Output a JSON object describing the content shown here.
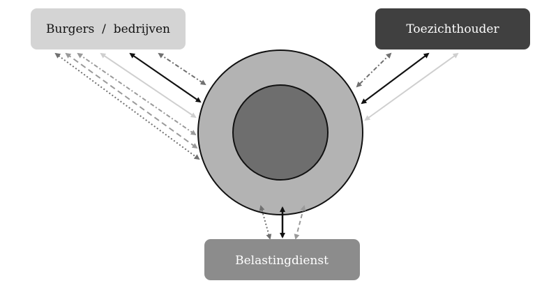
{
  "nodes": {
    "burgers": {
      "label": "Burgers  /  bedrijven"
    },
    "toezicht": {
      "label": "Toezichthouder"
    },
    "belasting": {
      "label": "Belastingdienst"
    }
  },
  "colors": {
    "black": "#111111",
    "dark_gray": "#707070",
    "mid_gray": "#9a9a9a",
    "light_gray": "#cfcfcf",
    "burgers_box": "#d4d4d4",
    "toezicht_box": "#404040",
    "belasting_box": "#8c8c8c",
    "outer_circle": "#b3b3b3",
    "inner_circle": "#6e6e6e"
  }
}
